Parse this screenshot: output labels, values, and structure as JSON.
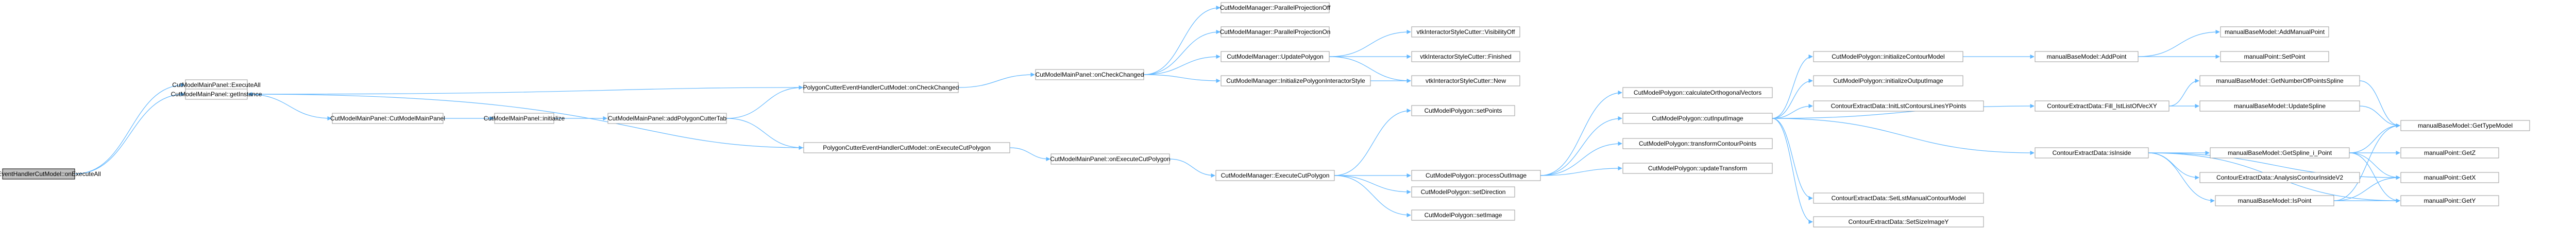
{
  "graph": {
    "colors": {
      "edge": "#63b8ff",
      "node_border": "#999999",
      "root_fill": "#bfbfbf"
    },
    "nodes": [
      {
        "id": "n0",
        "label": "ToolBarEventHandlerCutModel::onExecuteAll",
        "root": true
      },
      {
        "id": "n1",
        "label": "CutModelMainPanel::ExecuteAll"
      },
      {
        "id": "n2",
        "label": "CutModelMainPanel::getInstance"
      },
      {
        "id": "n3",
        "label": "PolygonCutterEventHandlerCutModel::onCheckChanged"
      },
      {
        "id": "n4",
        "label": "CutModelMainPanel::CutModelMainPanel"
      },
      {
        "id": "n5",
        "label": "CutModelMainPanel::initialize"
      },
      {
        "id": "n6",
        "label": "CutModelMainPanel::addPolygonCutterTab"
      },
      {
        "id": "n7",
        "label": "PolygonCutterEventHandlerCutModel::onExecuteCutPolygon"
      },
      {
        "id": "n8",
        "label": "CutModelMainPanel::onCheckChanged"
      },
      {
        "id": "n9",
        "label": "CutModelMainPanel::onExecuteCutPolygon"
      },
      {
        "id": "n10",
        "label": "CutModelManager::ParallelProjectionOff"
      },
      {
        "id": "n11",
        "label": "CutModelManager::ParallelProjectionOn"
      },
      {
        "id": "n12",
        "label": "CutModelManager::UpdatePolygon"
      },
      {
        "id": "n13",
        "label": "CutModelManager::InitializePolygonInteractorStyle"
      },
      {
        "id": "n14",
        "label": "vtkInteractorStyleCutter::VisibilityOff"
      },
      {
        "id": "n15",
        "label": "vtkInteractorStyleCutter::Finished"
      },
      {
        "id": "n16",
        "label": "vtkInteractorStyleCutter::New"
      },
      {
        "id": "n17",
        "label": "CutModelManager::ExecuteCutPolygon"
      },
      {
        "id": "n18",
        "label": "CutModelPolygon::setPoints"
      },
      {
        "id": "n19",
        "label": "CutModelPolygon::processOutImage"
      },
      {
        "id": "n20",
        "label": "CutModelPolygon::setDirection"
      },
      {
        "id": "n21",
        "label": "CutModelPolygon::setImage"
      },
      {
        "id": "n22",
        "label": "CutModelPolygon::calculateOrthogonalVectors"
      },
      {
        "id": "n23",
        "label": "CutModelPolygon::cutInputImage"
      },
      {
        "id": "n24",
        "label": "CutModelPolygon::transformContourPoints"
      },
      {
        "id": "n25",
        "label": "CutModelPolygon::updateTransform"
      },
      {
        "id": "n26",
        "label": "CutModelPolygon::initializeContourModel"
      },
      {
        "id": "n27",
        "label": "CutModelPolygon::initializeOutputImage"
      },
      {
        "id": "n28",
        "label": "ContourExtractData::InitLstContoursLinesYPoints"
      },
      {
        "id": "n29",
        "label": "ContourExtractData::SetLstManualContourModel"
      },
      {
        "id": "n30",
        "label": "ContourExtractData::SetSizeImageY"
      },
      {
        "id": "n31",
        "label": "manualBaseModel::AddPoint"
      },
      {
        "id": "n32",
        "label": "ContourExtractData::Fill_lstListOfVecXY"
      },
      {
        "id": "n33",
        "label": "ContourExtractData::isInside"
      },
      {
        "id": "n34",
        "label": "manualBaseModel::AddManualPoint"
      },
      {
        "id": "n35",
        "label": "manualPoint::SetPoint"
      },
      {
        "id": "n36",
        "label": "manualBaseModel::GetNumberOfPointsSpline"
      },
      {
        "id": "n37",
        "label": "manualBaseModel::UpdateSpline"
      },
      {
        "id": "n38",
        "label": "manualBaseModel::GetSpline_i_Point"
      },
      {
        "id": "n39",
        "label": "ContourExtractData::AnalysisContourInsideV2"
      },
      {
        "id": "n40",
        "label": "manualBaseModel::IsPoint"
      },
      {
        "id": "n41",
        "label": "manualBaseModel::GetTypeModel"
      },
      {
        "id": "n42",
        "label": "manualPoint::GetZ"
      },
      {
        "id": "n43",
        "label": "manualPoint::GetX"
      },
      {
        "id": "n44",
        "label": "manualPoint::GetY"
      }
    ]
  }
}
